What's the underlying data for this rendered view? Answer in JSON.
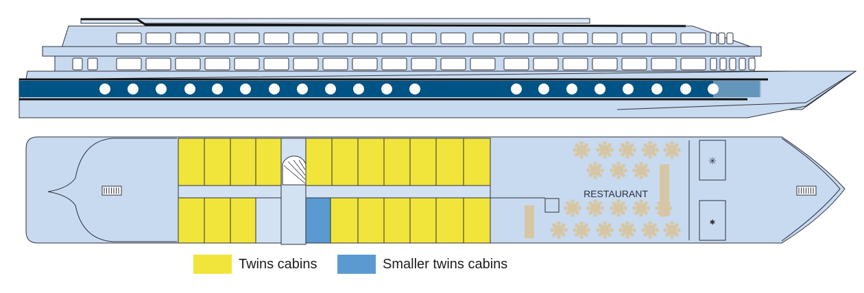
{
  "colors": {
    "hull": "#c8daf0",
    "hull_dark": "#b7cce6",
    "outline": "#2b2f3a",
    "stripe": "#005385",
    "deck_floor": "#d3e2f2",
    "twins": "#f1e53b",
    "smaller_twins": "#5b9ad0",
    "table": "#d7c6a4"
  },
  "deck_plan": {
    "restaurant_label": "RESTAURANT",
    "staircase_icon": "spiral-staircase-icon",
    "snowflake_icon": "snowflake-icon",
    "star_icon": "asterisk-icon"
  },
  "legend": [
    {
      "label": "Twins cabins",
      "color": "#f1e53b"
    },
    {
      "label": "Smaller twins cabins",
      "color": "#5b9ad0"
    }
  ]
}
